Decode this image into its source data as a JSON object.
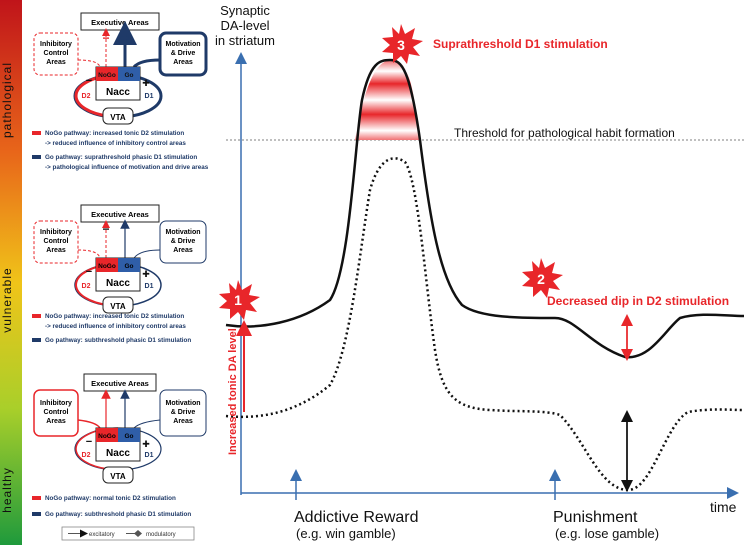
{
  "side_scale": {
    "top": "pathological",
    "middle": "vulnerable",
    "bottom": "healthy"
  },
  "colors": {
    "red": "#e8262a",
    "navy": "#1f3a68",
    "blue_arrow": "#3a6fb0",
    "text": "#111111"
  },
  "circuit": {
    "executive": "Executive Areas",
    "inhibitory": [
      "Inhibitory",
      "Control",
      "Areas"
    ],
    "motivation": [
      "Motivation",
      "& Drive",
      "Areas"
    ],
    "nogo": "NoGo",
    "go": "Go",
    "nacc": "Nacc",
    "d2": "D2",
    "d1": "D1",
    "vta": "VTA",
    "minus": "−",
    "plus": "✚"
  },
  "captions": {
    "top_nogo_1": "NoGo pathway: increased tonic D2 stimulation",
    "top_nogo_2": "-> reduced influence of inhibitory control areas",
    "top_go_1": "Go pathway: suprathreshold phasic D1 stimulation",
    "top_go_2": "-> pathological influence of motivation and drive areas",
    "mid_nogo_1": "NoGo pathway: increased tonic D2 stimulation",
    "mid_nogo_2": "-> reduced influence of inhibitory control areas",
    "mid_go_1": "Go pathway: subthreshold phasic D1 stimulation",
    "bot_nogo": "NoGo pathway: normal tonic D2 stimulation",
    "bot_go": "Go pathway: subthreshold phasic D1 stimulation"
  },
  "legend": {
    "excitatory": "excitatory",
    "modulatory": "modulatory"
  },
  "graph": {
    "y_label_1": "Synaptic",
    "y_label_2": "DA-level",
    "y_label_3": "in striatum",
    "x_label": "time",
    "threshold": "Threshold for pathological habit formation",
    "tonic": "Increased tonic DA level",
    "reward_1": "Addictive Reward",
    "reward_2": "(e.g. win gamble)",
    "punish_1": "Punishment",
    "punish_2": "(e.g. lose gamble)",
    "marker_1": "1",
    "marker_2": "2",
    "marker_3": "3",
    "label_2": "Decreased dip in D2 stimulation",
    "label_3": "Suprathreshold D1 stimulation"
  }
}
